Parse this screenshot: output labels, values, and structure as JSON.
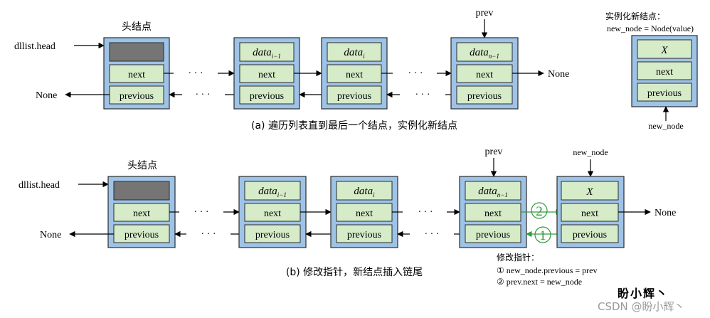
{
  "labels": {
    "head_title": "头结点",
    "dllist_head": "dllist.head",
    "none": "None",
    "prev": "prev",
    "new_node": "new_node",
    "next": "next",
    "previous": "previous",
    "data": "data",
    "sub_i_minus_1": "i−1",
    "sub_i": "i",
    "sub_n_minus_1": "n−1",
    "x": "X",
    "dots": "· · ·"
  },
  "diagram_a": {
    "caption": "(a) 遍历列表直到最后一个结点，实例化新结点",
    "instantiate_title": "实例化新结点：",
    "instantiate_code": "new_node = Node(value)"
  },
  "diagram_b": {
    "caption": "(b) 修改指针，新结点插入链尾",
    "modify_title": "修改指针：",
    "step1": "① new_node.previous = prev",
    "step2": "② prev.next = new_node",
    "marker1": "1",
    "marker2": "2"
  },
  "watermark": {
    "signature": "盼小辉丶",
    "csdn": "CSDN @盼小辉丶"
  }
}
